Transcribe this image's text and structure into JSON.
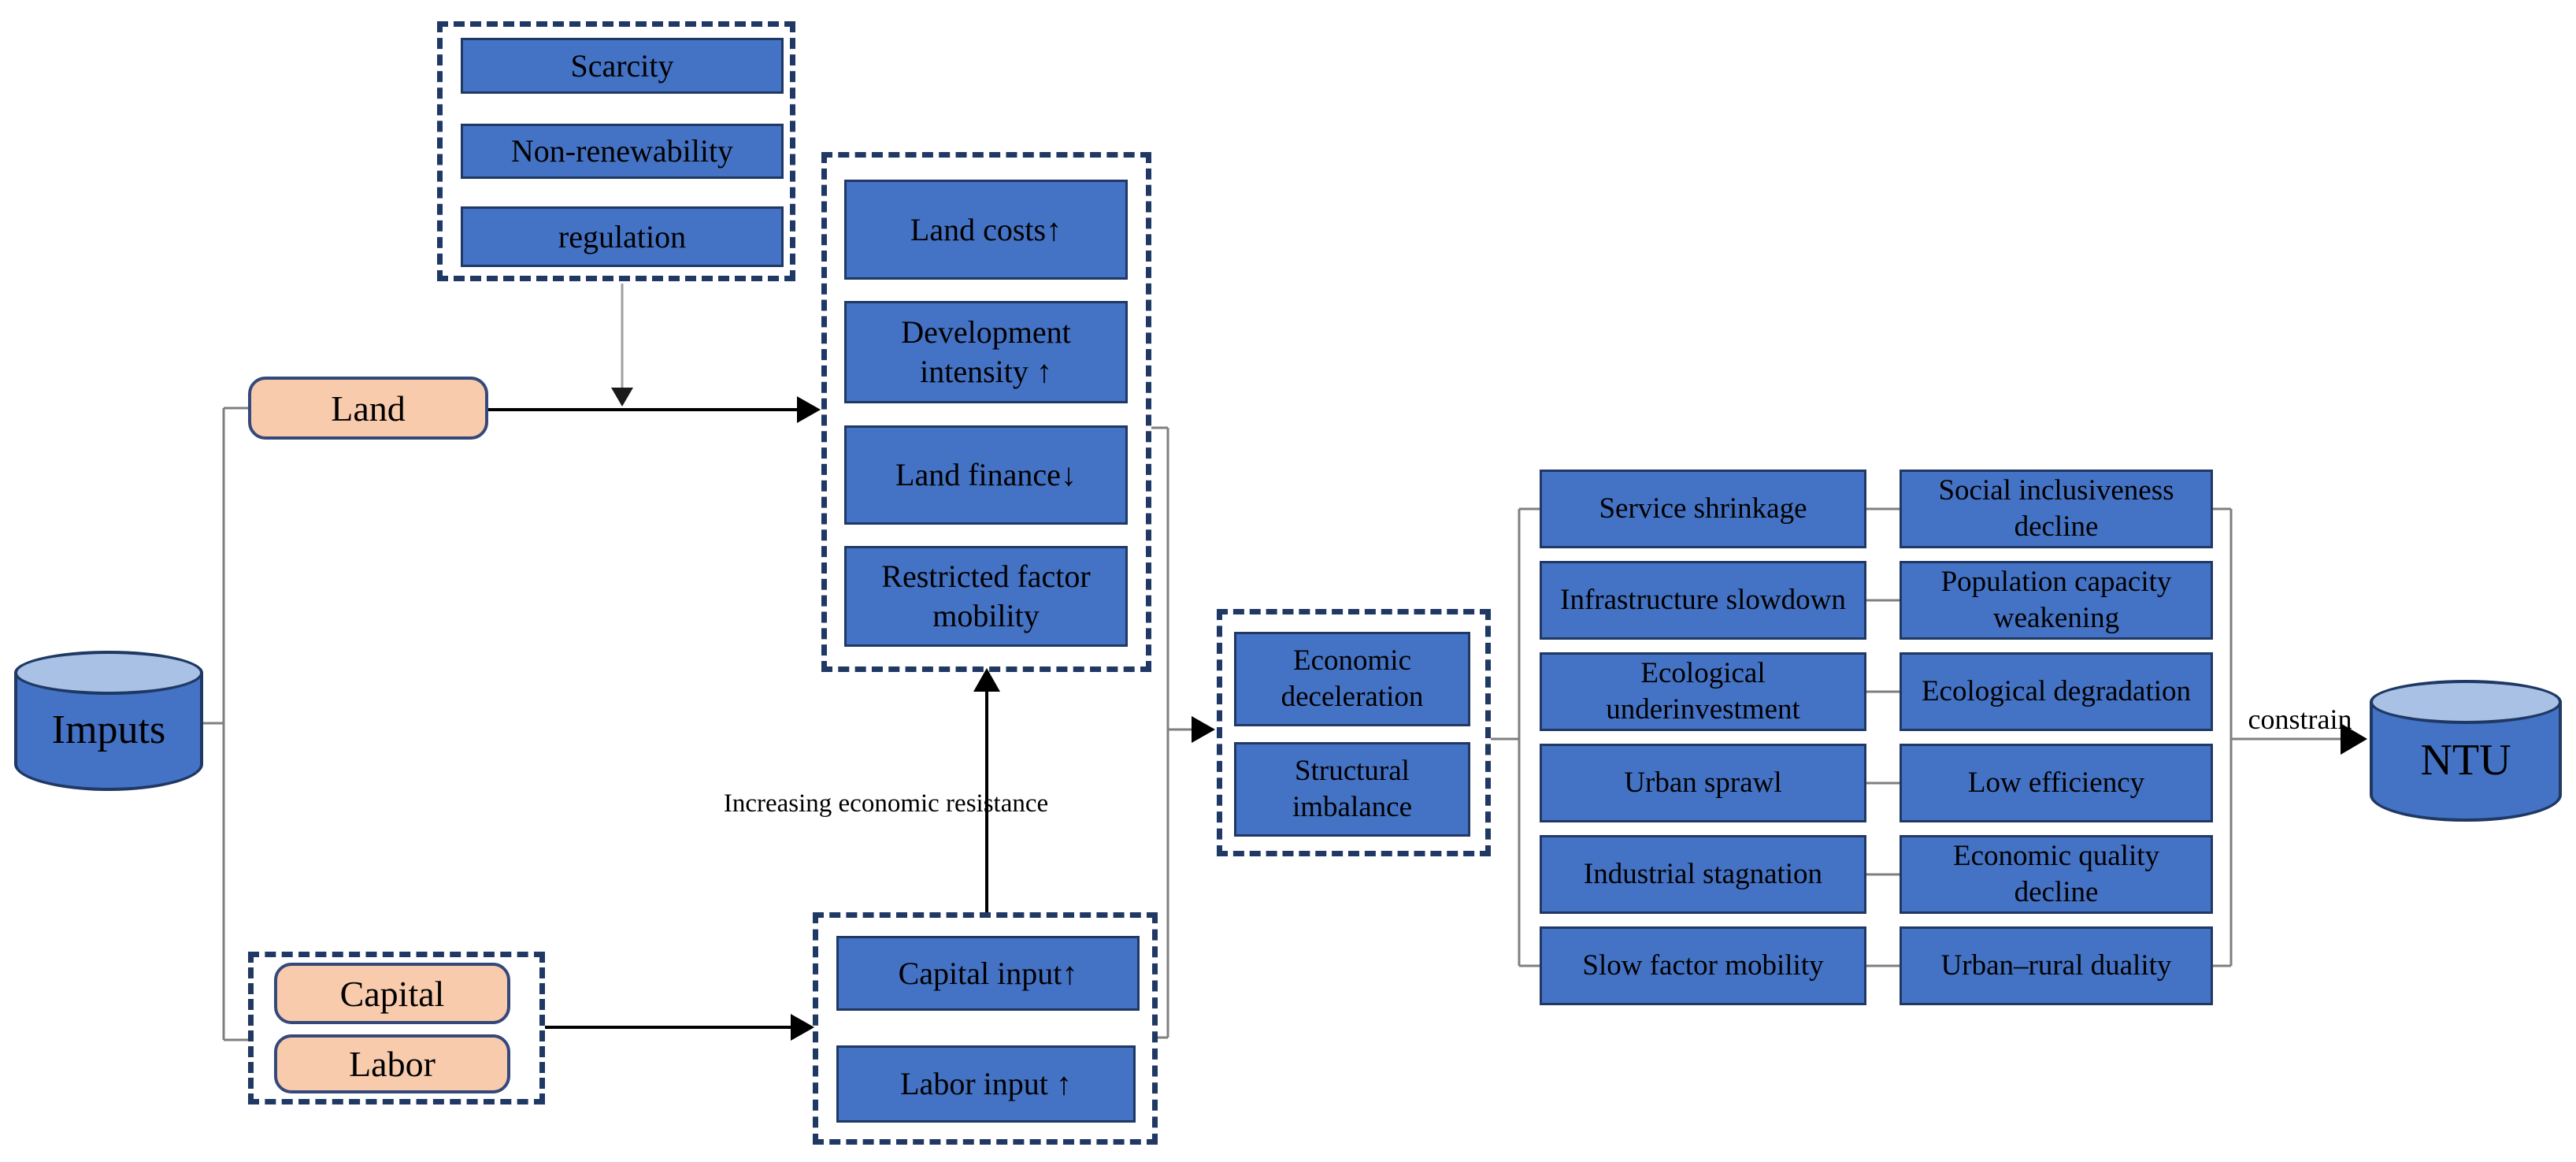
{
  "figure": {
    "inputs": {
      "cylinder_label": "Imputs"
    },
    "factors": {
      "land": "Land",
      "capital": "Capital",
      "labor": "Labor"
    },
    "land_attributes": {
      "items": [
        "Scarcity",
        "Non-renewability",
        "regulation"
      ]
    },
    "land_effects": {
      "items": [
        "Land costs↑",
        "Development intensity ↑",
        "Land finance↓",
        "Restricted factor mobility"
      ]
    },
    "input_effects": {
      "items": [
        "Capital input↑",
        "Labor input ↑"
      ]
    },
    "outcomes": {
      "items": [
        "Economic deceleration",
        "Structural imbalance"
      ]
    },
    "consequences": [
      {
        "cause": "Service shrinkage",
        "effect": "Social inclusiveness decline"
      },
      {
        "cause": "Infrastructure slowdown",
        "effect": "Population capacity weakening"
      },
      {
        "cause": "Ecological underinvestment",
        "effect": "Ecological degradation"
      },
      {
        "cause": "Urban sprawl",
        "effect": "Low efficiency"
      },
      {
        "cause": "Industrial stagnation",
        "effect": "Economic quality decline"
      },
      {
        "cause": "Slow factor mobility",
        "effect": "Urban–rural duality"
      }
    ],
    "labels": {
      "resistance": "Increasing economic resistance",
      "constrain": "constrain",
      "ntu": "NTU"
    },
    "colors": {
      "node_fill": "#4472C4",
      "node_border": "#1F3864",
      "factor_fill": "#F8CBAD",
      "cylinder_top_fill": "#A8C1E5",
      "connector_gray": "#7F7F7F",
      "arrow_black": "#000000"
    }
  }
}
